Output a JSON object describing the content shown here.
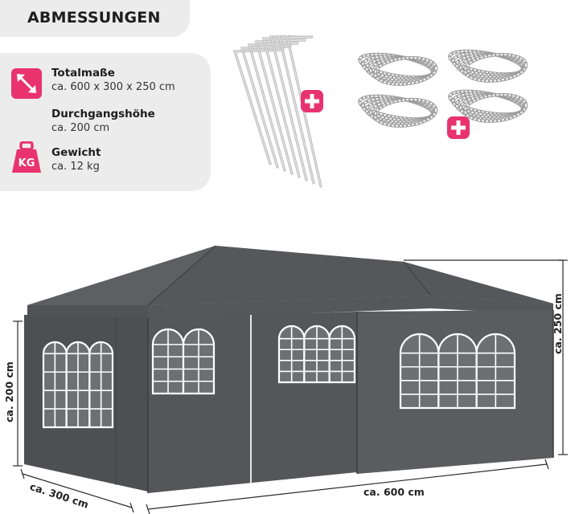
{
  "header": {
    "title": "ABMESSUNGEN"
  },
  "specs": [
    {
      "label": "Totalmaße",
      "value": "ca. 600 x 300 x 250 cm",
      "icon": "diagonal-arrow-icon"
    },
    {
      "label": "Durchgangshöhe",
      "value": "ca. 200 cm",
      "icon": ""
    },
    {
      "label": "Gewicht",
      "value": "ca. 12 kg",
      "icon": "kg-weight-icon"
    }
  ],
  "weight_icon_text": "KG",
  "accessories": {
    "pegs_icon": "ground-peg-icon",
    "ropes_icon": "guy-rope-icon",
    "plus_icon": "plus-icon"
  },
  "dimensions": {
    "height_total": "ca. 250 cm",
    "height_passage": "ca. 200 cm",
    "depth": "ca. 300 cm",
    "width": "ca. 600 cm"
  },
  "colors": {
    "accent": "#e8336e",
    "panel": "#ececec",
    "tent": "#55575b"
  }
}
